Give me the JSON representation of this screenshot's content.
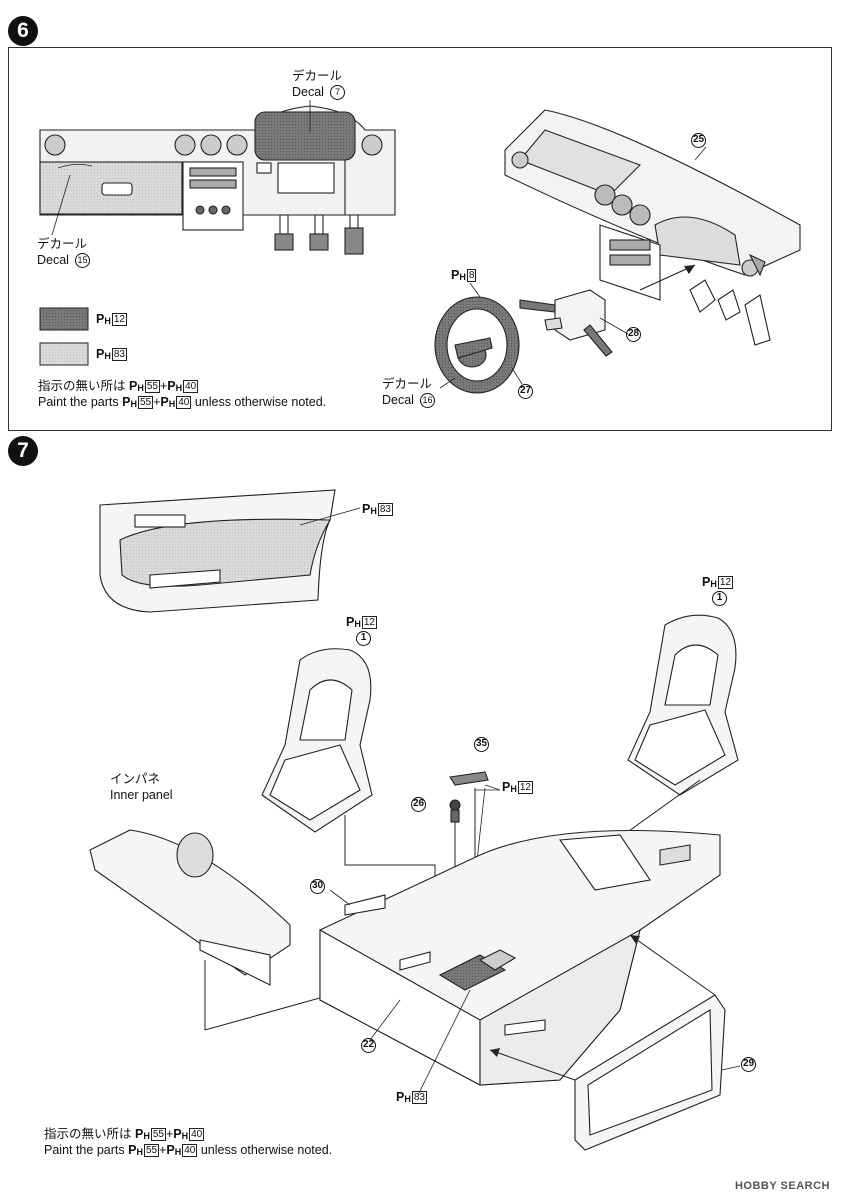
{
  "steps": [
    {
      "number": "6"
    },
    {
      "number": "7"
    }
  ],
  "step6": {
    "decal_ja": "デカール",
    "decal_en": "Decal",
    "decal7_num": "7",
    "decal15_num": "15",
    "decal16_num": "16",
    "legend_dark_code": "12",
    "legend_light_code": "83",
    "ph_label": "P",
    "ph_sub": "H",
    "part25": "25",
    "part28": "28",
    "part27": "27",
    "wheel_code": "8",
    "note_ja_prefix": "指示の無い所は",
    "note_en_prefix": "Paint the parts",
    "note_code_a": "55",
    "note_code_b": "40",
    "note_plus": "+",
    "note_en_suffix": "unless otherwise noted."
  },
  "step7": {
    "door_code": "83",
    "seat_code": "12",
    "seat_part": "1",
    "part35": "35",
    "part26": "26",
    "part30": "30",
    "part22": "22",
    "part29": "29",
    "shift_code": "12",
    "floor_code": "83",
    "inner_ja": "インパネ",
    "inner_en": "Inner panel",
    "note_ja_prefix": "指示の無い所は",
    "note_en_prefix": "Paint the parts",
    "note_code_a": "55",
    "note_code_b": "40",
    "note_plus": "+",
    "note_en_suffix": "unless otherwise noted."
  },
  "colors": {
    "dark_paint": "#6e6e6e",
    "light_paint": "#d6d6d6",
    "ink": "#111111"
  },
  "watermark": "HOBBY SEARCH"
}
